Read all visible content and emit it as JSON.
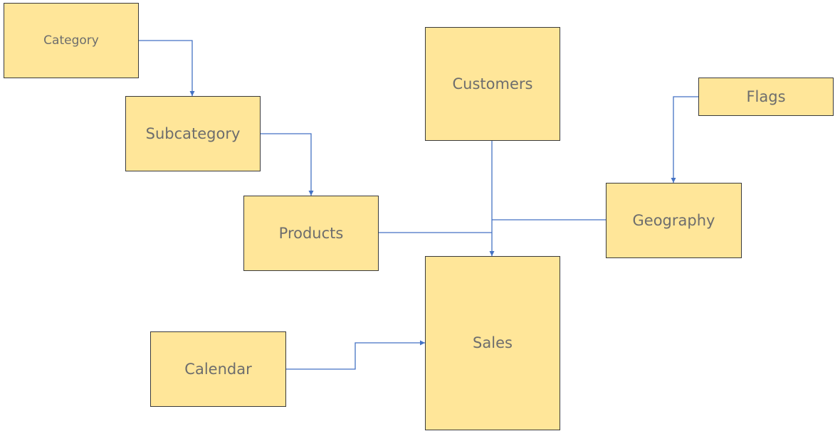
{
  "colors": {
    "box_fill": "#ffe699",
    "box_border": "#3a3a3a",
    "label_text": "#6d6d6d",
    "connector": "#4472c4"
  },
  "nodes": {
    "category": "Category",
    "subcategory": "Subcategory",
    "products": "Products",
    "customers": "Customers",
    "flags": "Flags",
    "geography": "Geography",
    "calendar": "Calendar",
    "sales": "Sales"
  },
  "relationships": [
    {
      "from": "Category",
      "to": "Subcategory"
    },
    {
      "from": "Subcategory",
      "to": "Products"
    },
    {
      "from": "Flags",
      "to": "Geography"
    },
    {
      "from": "Customers",
      "to": "Sales"
    },
    {
      "from": "Products",
      "to": "Sales"
    },
    {
      "from": "Geography",
      "to": "Sales"
    },
    {
      "from": "Calendar",
      "to": "Sales"
    }
  ]
}
